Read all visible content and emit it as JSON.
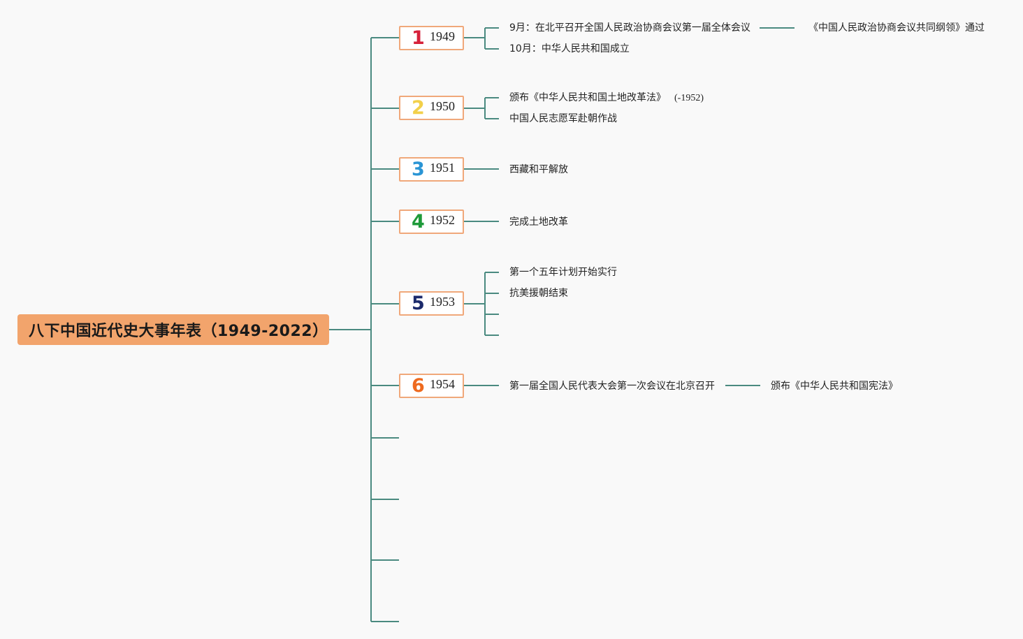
{
  "root": {
    "title": "八下中国近代史大事年表（1949-2022）"
  },
  "years": [
    {
      "num": "1",
      "num_color": "#d6213a",
      "year": "1949"
    },
    {
      "num": "2",
      "num_color": "#f2d04a",
      "year": "1950"
    },
    {
      "num": "3",
      "num_color": "#2a95d5",
      "year": "1951"
    },
    {
      "num": "4",
      "num_color": "#1e9a3a",
      "year": "1952"
    },
    {
      "num": "5",
      "num_color": "#1b2a6b",
      "year": "1953"
    },
    {
      "num": "6",
      "num_color": "#ee6a1f",
      "year": "1954"
    }
  ],
  "events": {
    "y1949": [
      {
        "text": "9月：在北平召开全国人民政治协商会议第一届全体会议"
      },
      {
        "text": "10月：中华人民共和国成立"
      }
    ],
    "y1949_sub": "《中国人民政治协商会议共同纲领》通过",
    "y1950": [
      {
        "text": "颁布《中华人民共和国土地改革法》",
        "note": "(-1952)"
      },
      {
        "text": "中国人民志愿军赴朝作战"
      }
    ],
    "y1951": [
      {
        "text": "西藏和平解放"
      }
    ],
    "y1952": [
      {
        "text": "完成土地改革"
      }
    ],
    "y1953": [
      {
        "text": "第一个五年计划开始实行"
      },
      {
        "text": "抗美援朝结束"
      }
    ],
    "y1954": [
      {
        "text": "第一届全国人民代表大会第一次会议在北京召开"
      }
    ],
    "y1954_sub": "颁布《中华人民共和国宪法》"
  },
  "colors": {
    "line": "#4a8a80",
    "root_bg": "#f2a46c",
    "year_border": "#f0a87a"
  }
}
